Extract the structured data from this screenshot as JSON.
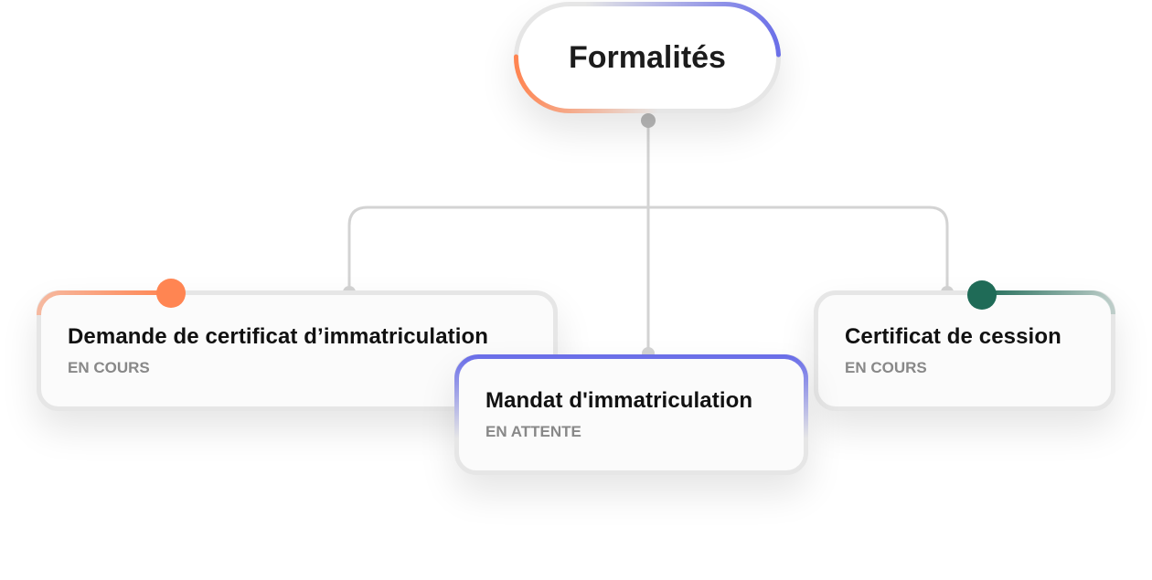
{
  "root": {
    "label": "Formalités"
  },
  "cards": [
    {
      "title": "Demande de certificat d’immatriculation",
      "status": "EN COURS"
    },
    {
      "title": "Mandat d'immatriculation",
      "status": "EN ATTENTE"
    },
    {
      "title": "Certificat de cession",
      "status": "EN COURS"
    }
  ],
  "colors": {
    "orange": "#ff8552",
    "blue": "#6b6fe8",
    "green": "#1f6b57",
    "connector": "#d3d3d3",
    "border": "#e6e6e6"
  }
}
